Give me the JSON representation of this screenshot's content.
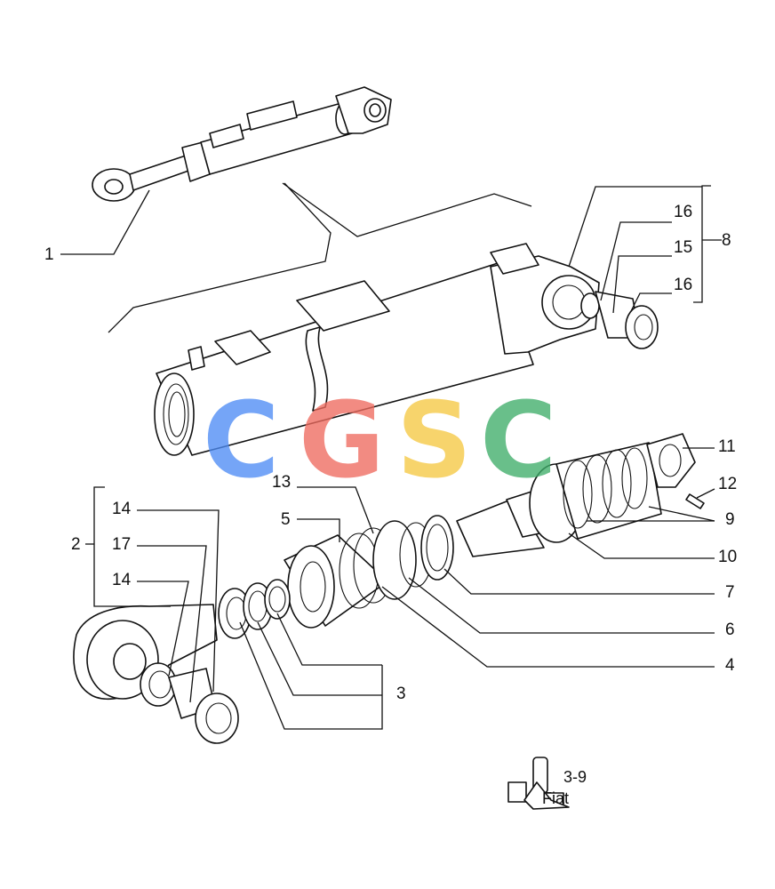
{
  "callouts": {
    "c1": "1",
    "c2": "2",
    "c3": "3",
    "c4": "4",
    "c5": "5",
    "c6": "6",
    "c7": "7",
    "c8": "8",
    "c9": "9",
    "c10": "10",
    "c11": "11",
    "c12": "12",
    "c13": "13",
    "c14a": "14",
    "c14b": "14",
    "c15": "15",
    "c16a": "16",
    "c16b": "16",
    "c17": "17"
  },
  "reference": {
    "label": "3-9",
    "tag_text": "Fiat"
  },
  "watermark": {
    "letters": [
      "C",
      "G",
      "S",
      "C"
    ],
    "colors": [
      "#4f8df5",
      "#ef6b5f",
      "#f6c844",
      "#3fae6a"
    ]
  }
}
